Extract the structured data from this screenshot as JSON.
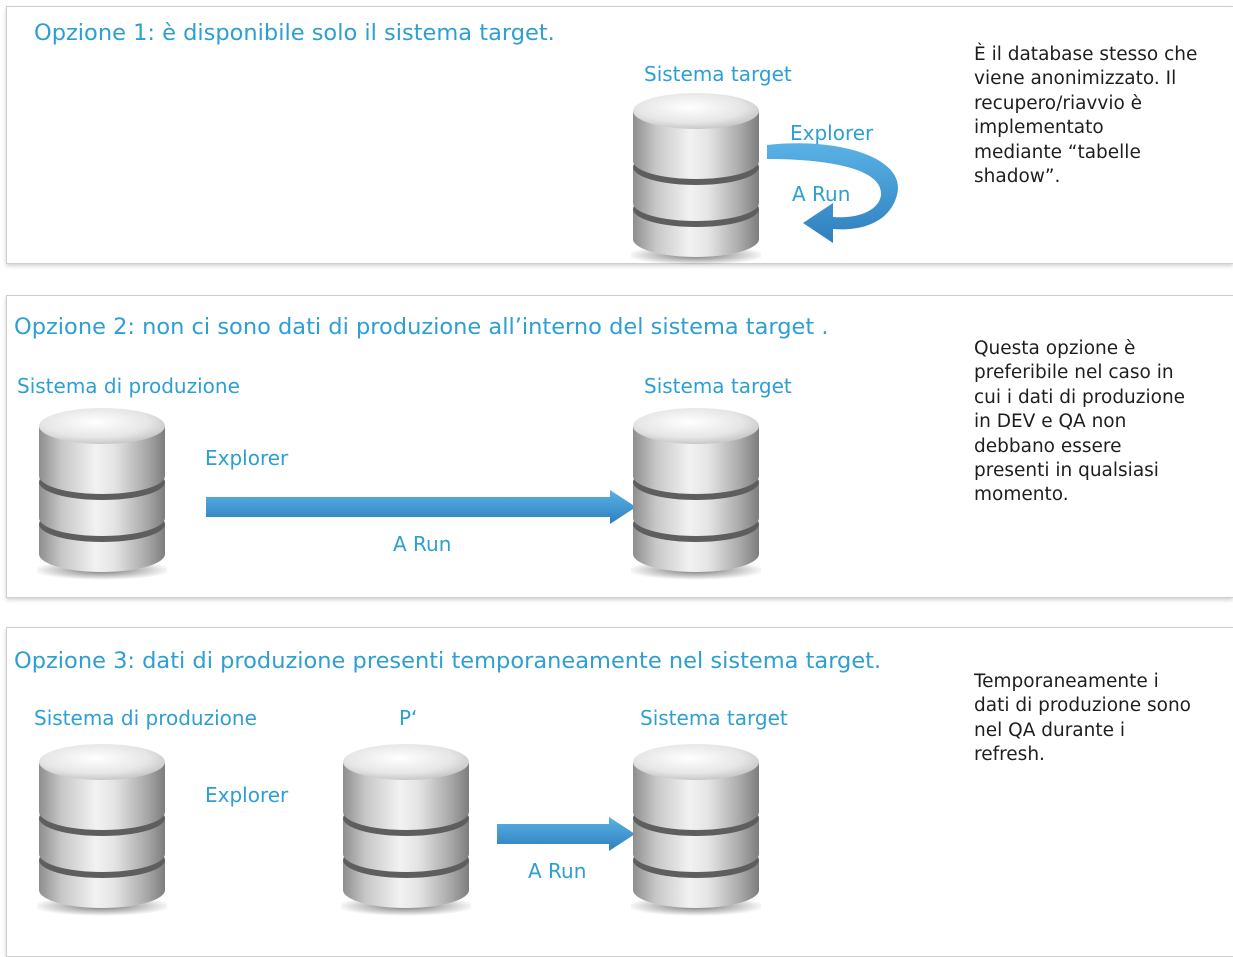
{
  "options": [
    {
      "title": "Opzione 1: è disponibile solo il sistema target.",
      "labels": {
        "target": "Sistema target",
        "explorer": "Explorer",
        "run": "A Run"
      },
      "description": "È il database stesso che\nviene anonimizzato. Il\nrecupero/riavvio è\nimplementato\nmediante “tabelle\nshadow”."
    },
    {
      "title": "Opzione 2: non ci sono dati di produzione all’interno del sistema target .",
      "labels": {
        "source": "Sistema di produzione",
        "target": "Sistema target",
        "explorer": "Explorer",
        "run": "A Run"
      },
      "description": "Questa opzione è\npreferibile nel caso in\ncui i dati di produzione\nin DEV e QA non\ndebbano essere\npresenti in qualsiasi\nmomento."
    },
    {
      "title": "Opzione 3: dati di produzione presenti temporaneamente nel sistema target.",
      "labels": {
        "source": "Sistema di produzione",
        "copy": "P‘",
        "target": "Sistema target",
        "explorer": "Explorer",
        "run": "A Run"
      },
      "description": "Temporaneamente i\ndati di produzione sono\nnel QA durante i\nrefresh."
    }
  ],
  "colors": {
    "accent": "#2e9fd3",
    "arrow": "#3b8fcc",
    "text": "#1e1e1e"
  },
  "icons": {
    "database": "database-cylinder-icon",
    "flow": "arrow-right-icon",
    "loop": "curved-return-arrow-icon"
  }
}
